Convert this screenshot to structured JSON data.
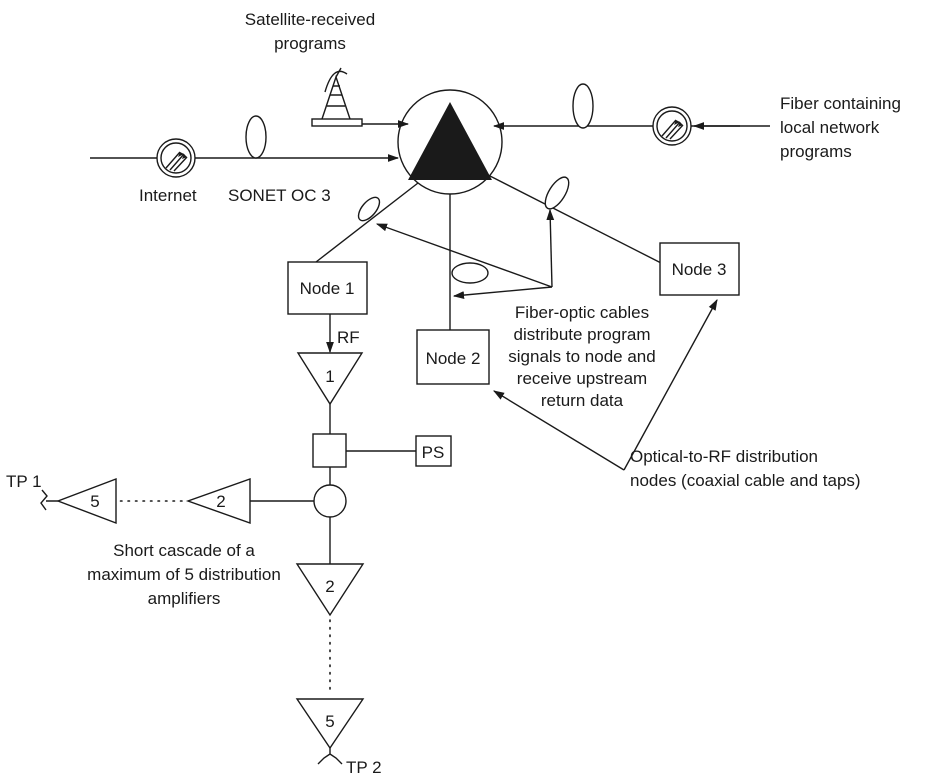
{
  "labels": {
    "satellite_line1": "Satellite-received",
    "satellite_line2": "programs",
    "fiber_local_line1": "Fiber containing",
    "fiber_local_line2": "local network",
    "fiber_local_line3": "programs",
    "internet": "Internet",
    "sonet": "SONET OC 3",
    "rf": "RF",
    "fiber_optic_line1": "Fiber-optic cables",
    "fiber_optic_line2": "distribute program",
    "fiber_optic_line3": "signals to node and",
    "fiber_optic_line4": "receive upstream",
    "fiber_optic_line5": "return data",
    "optical_rf_line1": "Optical-to-RF distribution",
    "optical_rf_line2": "nodes (coaxial cable and taps)",
    "cascade_line1": "Short cascade of a",
    "cascade_line2": "maximum of 5 distribution",
    "cascade_line3": "amplifiers",
    "tp1": "TP 1",
    "tp2": "TP 2"
  },
  "nodes": {
    "node1": "Node 1",
    "node2": "Node 2",
    "node3": "Node 3",
    "ps": "PS"
  },
  "amplifiers": {
    "amp1": "1",
    "amp2_vertical": "2",
    "amp5_vertical": "5",
    "amp2_horizontal": "2",
    "amp5_horizontal": "5"
  }
}
